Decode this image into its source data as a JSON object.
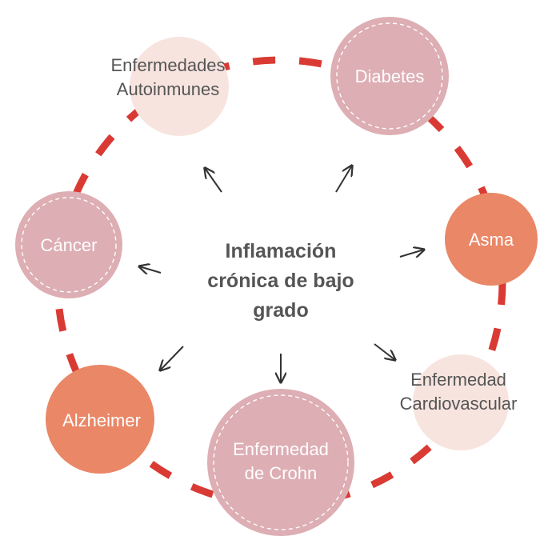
{
  "center": {
    "lines": [
      "Inflamación",
      "crónica de bajo",
      "grado"
    ]
  },
  "nodes": [
    {
      "id": "autoinmunes",
      "lines": [
        "Enfermedades",
        "Autoinmunes"
      ],
      "style": "light"
    },
    {
      "id": "diabetes",
      "lines": [
        "Diabetes"
      ],
      "style": "pink"
    },
    {
      "id": "asma",
      "lines": [
        "Asma"
      ],
      "style": "orange"
    },
    {
      "id": "cardiovascular",
      "lines": [
        "Enfermedad",
        "Cardiovascular"
      ],
      "style": "light"
    },
    {
      "id": "crohn",
      "lines": [
        "Enfermedad",
        "de Crohn"
      ],
      "style": "pink"
    },
    {
      "id": "alzheimer",
      "lines": [
        "Alzheimer"
      ],
      "style": "orange"
    },
    {
      "id": "cancer",
      "lines": [
        "Cáncer"
      ],
      "style": "pink"
    }
  ],
  "colors": {
    "ring_dash": "#d93a33",
    "pink": "#ddaeb3",
    "orange": "#ea8766",
    "light": "#f7e4de",
    "text_dark": "#555555",
    "arrow": "#333333"
  }
}
